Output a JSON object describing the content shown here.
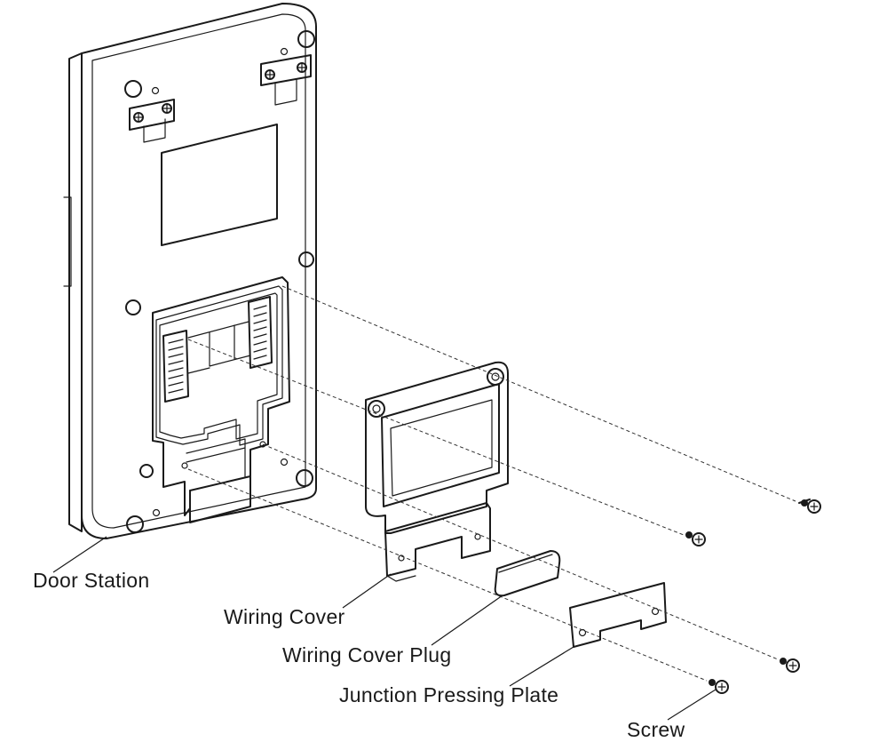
{
  "labels": {
    "door_station": "Door Station",
    "wiring_cover": "Wiring Cover",
    "wiring_cover_plug": "Wiring Cover Plug",
    "junction_pressing_plate": "Junction Pressing Plate",
    "screw": "Screw"
  }
}
